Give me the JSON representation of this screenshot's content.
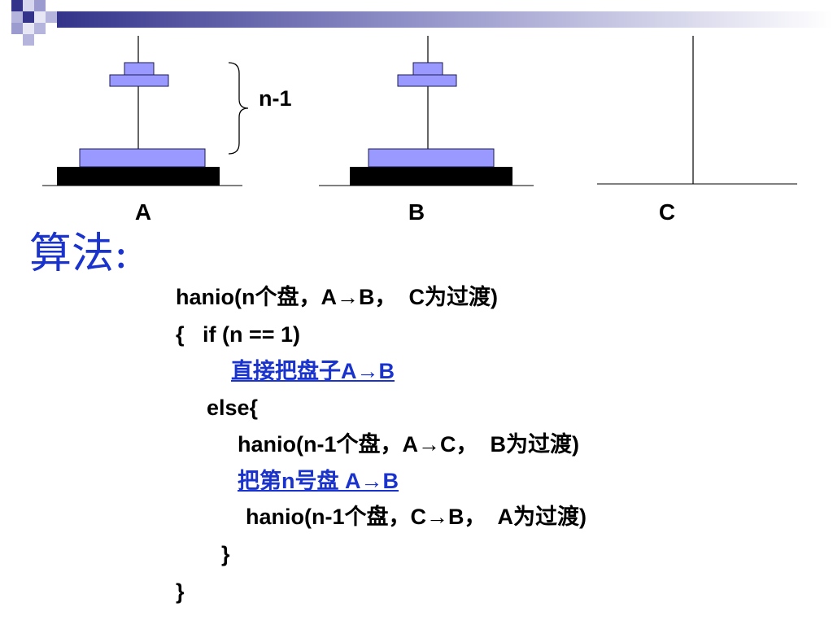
{
  "diagram": {
    "pegs": [
      "A",
      "B",
      "C"
    ],
    "brace_label": "n-1"
  },
  "colors": {
    "disk_fill": "#9999ff",
    "disk_stroke": "#1a1a4d",
    "heading_blue": "#1a33cc",
    "decor_dark": "#33338a",
    "decor_light": "#b4b4dc"
  },
  "algorithm": {
    "heading": "算法:",
    "lines": [
      "hanio(n个盘，A→B，  C为过渡)",
      "{   if (n == 1)",
      "直接把盘子A→B",
      "else{",
      "hanio(n-1个盘，A→C，  B为过渡)",
      "把第n号盘 A→B",
      "hanio(n-1个盘，C→B，  A为过渡)",
      "}",
      "}"
    ]
  }
}
